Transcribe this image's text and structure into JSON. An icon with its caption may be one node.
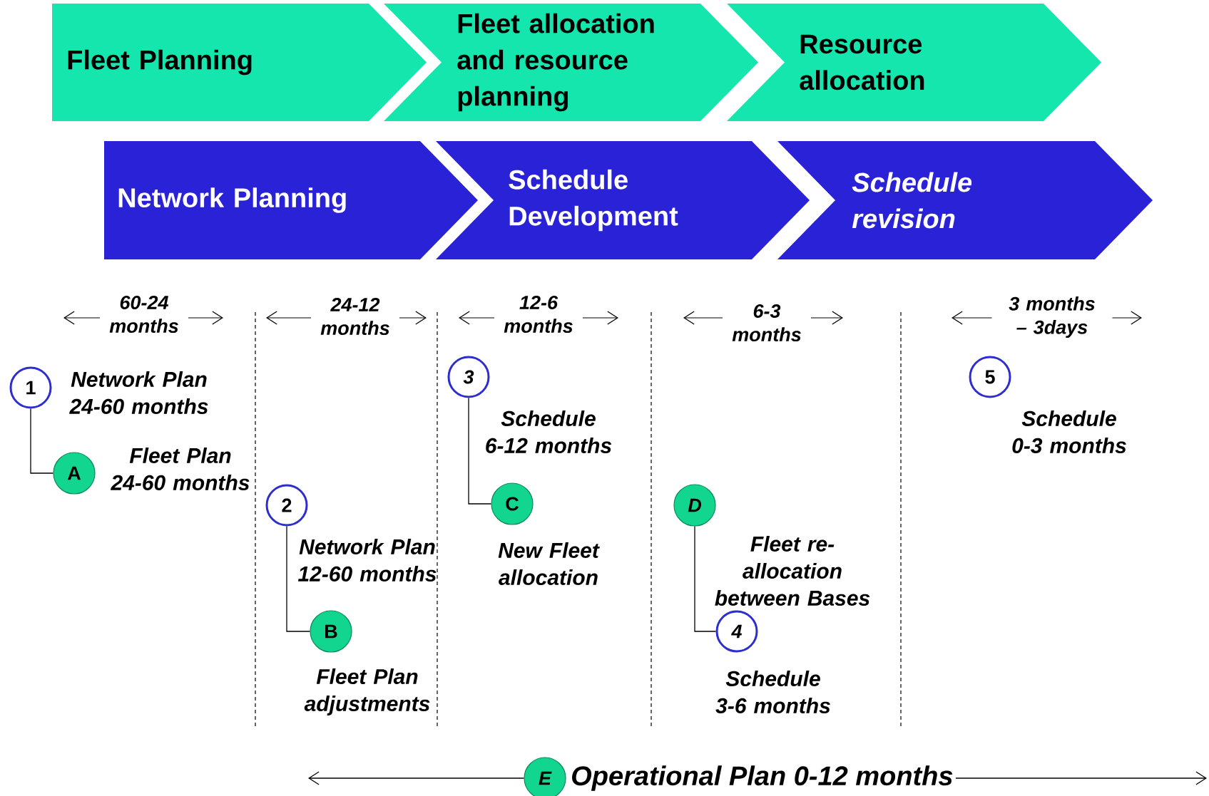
{
  "diagram": {
    "nodes": [
      {
        "text": [
          "Fleet Planning"
        ]
      },
      {
        "text": [
          "Fleet allocation and resource planning"
        ]
      },
      {
        "text": [
          "Resource allocation"
        ]
      },
      {
        "text": [
          "Network Planning"
        ]
      },
      {
        "text": [
          "Schedule Development"
        ]
      },
      {
        "text": [
          "Schedule revision"
        ]
      },
      {
        "text": [
          "1"
        ],
        "beside": [
          "Network Plan 24-60 months"
        ]
      },
      {
        "text": [
          "A"
        ],
        "beside": [
          "Fleet Plan 24-60 months"
        ]
      },
      {
        "text": [
          "2"
        ],
        "beside": [
          "Network Plan 12-60 months"
        ]
      },
      {
        "text": [
          "B"
        ],
        "beside": [
          "Fleet Plan adjustments"
        ]
      },
      {
        "text": [
          "3"
        ],
        "beside": [
          "Schedule 6-12 months"
        ]
      },
      {
        "text": [
          "C"
        ],
        "beside": [
          "New Fleet allocation"
        ]
      },
      {
        "text": [
          "D"
        ],
        "beside": [
          "Fleet re-allocation between Bases"
        ]
      },
      {
        "text": [
          "4"
        ],
        "beside": [
          "Schedule 3-6 months"
        ]
      },
      {
        "text": [
          "5"
        ],
        "beside": [
          "Schedule 0-3 months"
        ]
      },
      {
        "text": [
          "E"
        ],
        "beside": [
          "Operational Plan 0-12 months"
        ]
      }
    ],
    "edges": [
      {
        "from": 6,
        "to": 7,
        "arrow": "none"
      },
      {
        "from": 8,
        "to": 9,
        "arrow": "none"
      },
      {
        "from": 10,
        "to": 11,
        "arrow": "none"
      },
      {
        "from": 12,
        "to": 13,
        "arrow": "none"
      },
      {
        "from": 15,
        "to": null,
        "arrow": "to"
      },
      {
        "from": 15,
        "to": null,
        "arrow": "to"
      }
    ],
    "labels": [
      "60-24 months",
      "24-12 months",
      "12-6 months",
      "6-3 months",
      "3 months – 3days"
    ]
  }
}
